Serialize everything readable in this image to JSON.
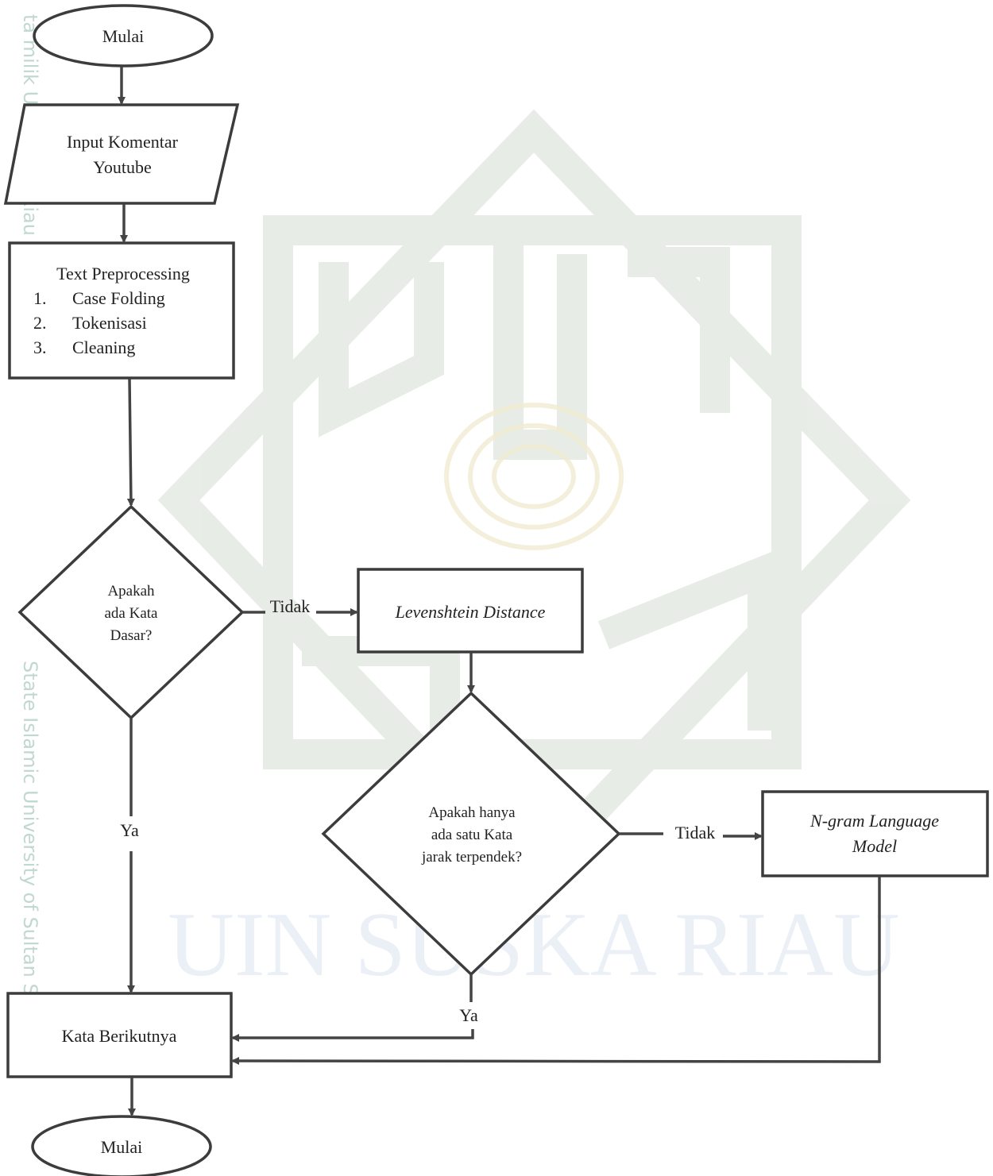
{
  "watermark": {
    "side_text_top": "ta milik UIN Suska Riau",
    "side_text_bottom": "State Islamic University of Sultan Syari",
    "center_text": "UIN SUSKA RIAU",
    "color_side": "#8fb8ad",
    "color_logo": "#e6ebe4"
  },
  "nodes": {
    "start": {
      "label": "Mulai"
    },
    "input": {
      "line1": "Input Komentar",
      "line2": "Youtube"
    },
    "preprocess": {
      "title": "Text Preprocessing",
      "items": [
        {
          "num": "1.",
          "text": "Case Folding"
        },
        {
          "num": "2.",
          "text": "Tokenisasi"
        },
        {
          "num": "3.",
          "text": "Cleaning"
        }
      ]
    },
    "decision1": {
      "line1": "Apakah",
      "line2": "ada Kata",
      "line3": "Dasar?"
    },
    "levenshtein": {
      "label": "Levenshtein Distance"
    },
    "decision2": {
      "line1": "Apakah hanya",
      "line2": "ada satu Kata",
      "line3": "jarak terpendek?"
    },
    "ngram": {
      "line1": "N-gram Language",
      "line2": "Model"
    },
    "next_word": {
      "label": "Kata Berikutnya"
    },
    "end": {
      "label": "Mulai"
    }
  },
  "edge_labels": {
    "d1_no": "Tidak",
    "d1_yes": "Ya",
    "d2_no": "Tidak",
    "d2_yes": "Ya"
  }
}
